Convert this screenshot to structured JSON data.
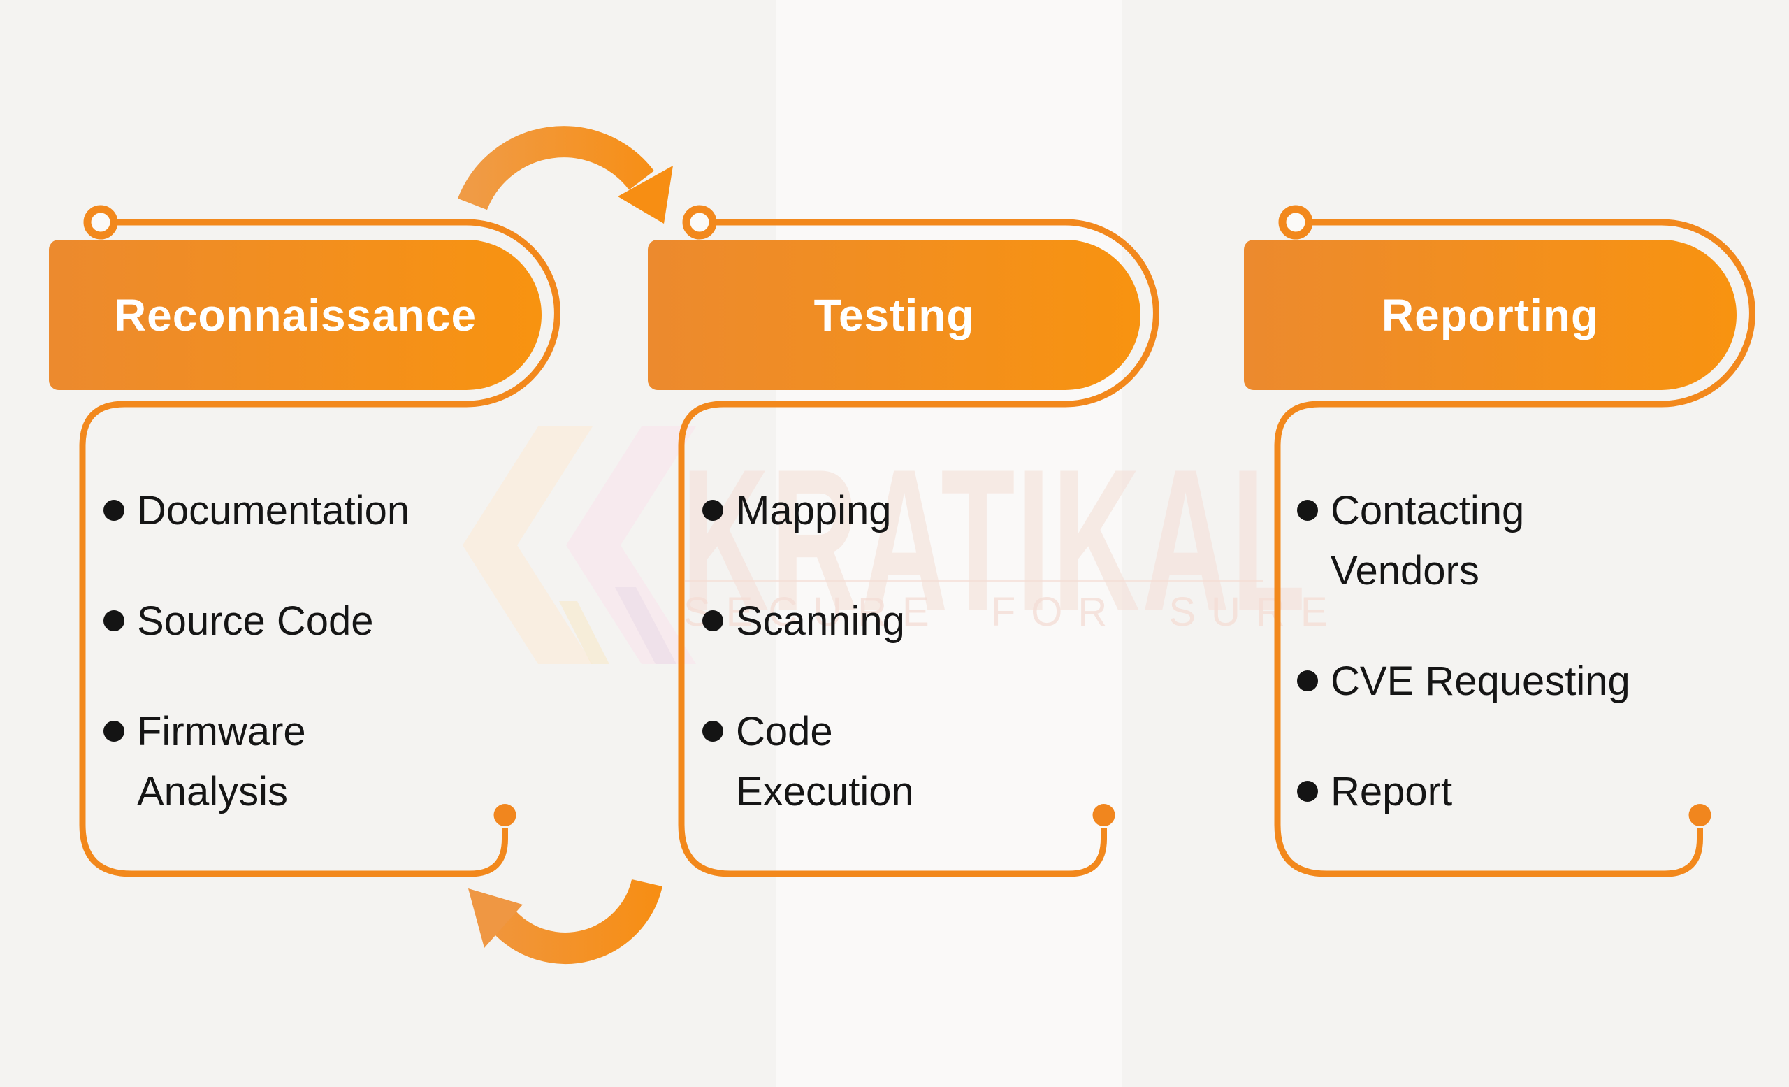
{
  "diagram": {
    "title_implicit": "Penetration testing process cycle",
    "cards": [
      {
        "title": "Reconnaissance",
        "items": [
          "Documentation",
          "Source Code",
          "Firmware Analysis"
        ]
      },
      {
        "title": "Testing",
        "items": [
          "Mapping",
          "Scanning",
          "Code Execution"
        ]
      },
      {
        "title": "Reporting",
        "items": [
          "Contacting Vendors",
          "CVE Requesting",
          "Report"
        ]
      }
    ],
    "arrows": {
      "top": "curved-arrow-clockwise-right",
      "bottom": "curved-arrow-counterclockwise-left"
    }
  },
  "watermark": {
    "brand": "KRATIKAL",
    "tagline": "SECURE FOR SURE"
  },
  "palette": {
    "background": "#f4f3f1",
    "background_band": "rgba(255,255,255,0.5)",
    "outline_orange": "#f2881c",
    "pill_gradient_left": "#ec8a2e",
    "pill_gradient_right": "#f89310",
    "node_dot": "#f1861e",
    "arrow_light": "#f09b45",
    "arrow_bright": "#f78e13",
    "bullet_text": "#151515",
    "title_text": "#ffffff",
    "watermark_text": "#f5e1d9"
  }
}
